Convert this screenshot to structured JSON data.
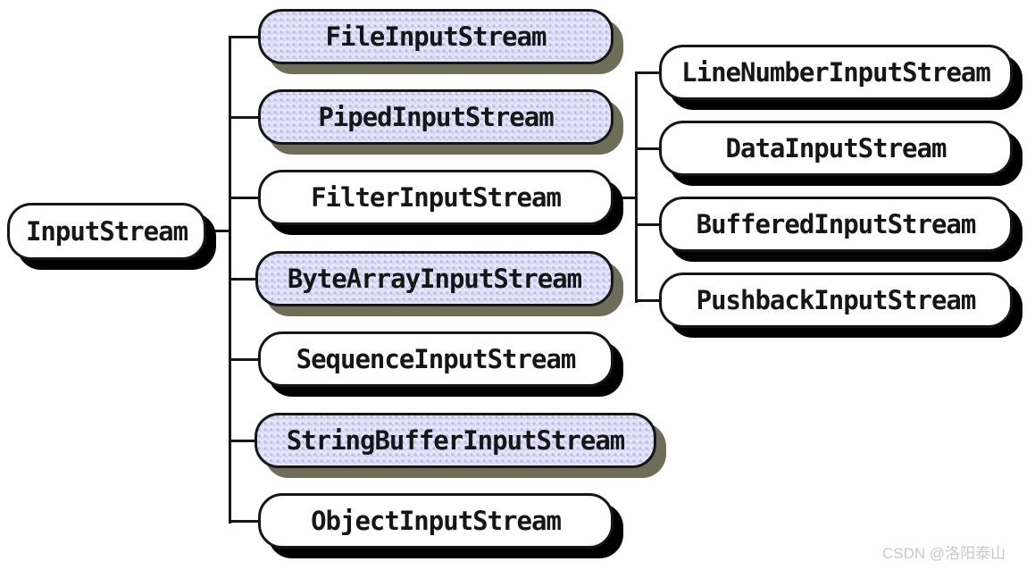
{
  "diagram": {
    "root": {
      "label": "InputStream",
      "variant": "plain"
    },
    "children": [
      {
        "label": "FileInputStream",
        "variant": "lavender"
      },
      {
        "label": "PipedInputStream",
        "variant": "lavender"
      },
      {
        "label": "FilterInputStream",
        "variant": "plain",
        "children": [
          {
            "label": "LineNumberInputStream",
            "variant": "plain"
          },
          {
            "label": "DataInputStream",
            "variant": "plain"
          },
          {
            "label": "BufferedInputStream",
            "variant": "plain"
          },
          {
            "label": "PushbackInputStream",
            "variant": "plain"
          }
        ]
      },
      {
        "label": "ByteArrayInputStream",
        "variant": "lavender"
      },
      {
        "label": "SequenceInputStream",
        "variant": "plain"
      },
      {
        "label": "StringBufferInputStream",
        "variant": "lavender"
      },
      {
        "label": "ObjectInputStream",
        "variant": "plain"
      }
    ],
    "colors": {
      "node_fill_plain": "#ffffff",
      "node_fill_highlight": "#e6e6f8",
      "node_border": "#161616",
      "shadow_plain": "#000000",
      "shadow_highlight": "#6d6d58",
      "connector": "#161616",
      "background": "#ffffff"
    }
  },
  "watermark": {
    "text": "CSDN @洛阳泰山",
    "color": "#c8c8c8"
  }
}
